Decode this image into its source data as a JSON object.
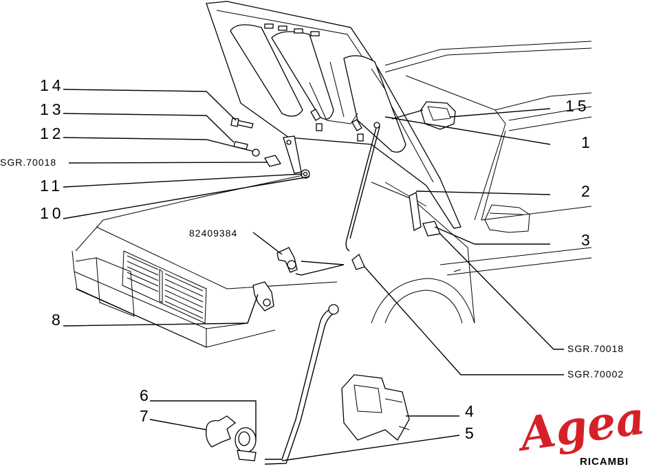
{
  "callouts": {
    "c14": "14",
    "c13": "13",
    "c12": "12",
    "c_sgr_left": "SGR.70018",
    "c11": "11",
    "c10": "10",
    "c82409384": "82409384",
    "c8": "8",
    "c6": "6",
    "c7": "7",
    "c15": "15",
    "c1": "1",
    "c2": "2",
    "c3": "3",
    "c_sgr_right_1": "SGR.70018",
    "c_sgr_right_2": "SGR.70002",
    "c4": "4",
    "c5": "5"
  },
  "logo": {
    "brand": "Agea",
    "sub": "RICAMBI",
    "color": "#d62027"
  }
}
